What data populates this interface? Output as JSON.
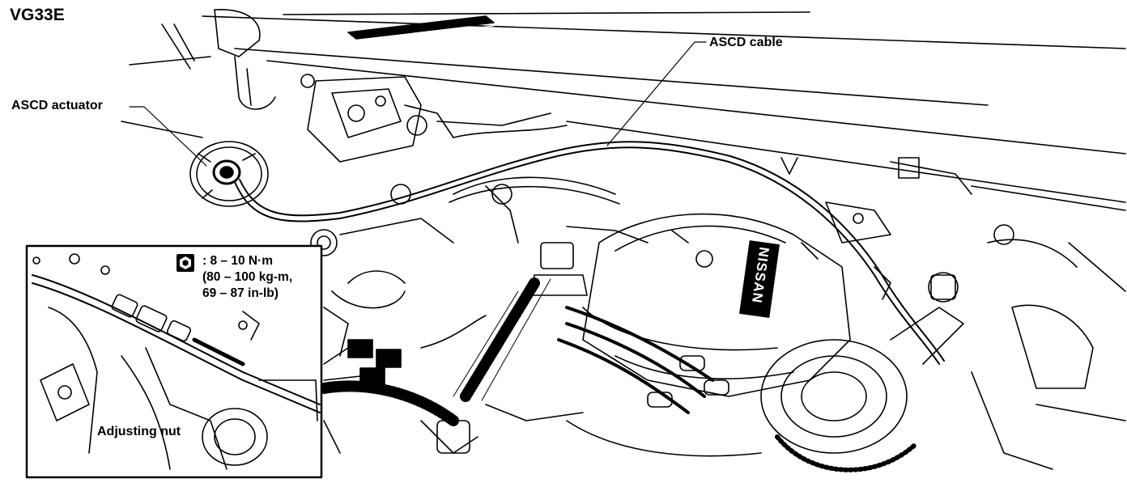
{
  "diagram": {
    "engine_code": "VG33E",
    "brand_mark": "NISSAN",
    "labels": {
      "ascd_cable": "ASCD cable",
      "ascd_actuator": "ASCD actuator",
      "adjusting_nut": "Adjusting nut"
    },
    "torque_spec": {
      "icon": "socket-wrench-icon",
      "line1": ": 8 – 10 N·m",
      "line2": "(80 – 100 kg-m,",
      "line3": "69 – 87 in-lb)"
    }
  },
  "colors": {
    "ink": "#000000",
    "paper": "#ffffff"
  }
}
